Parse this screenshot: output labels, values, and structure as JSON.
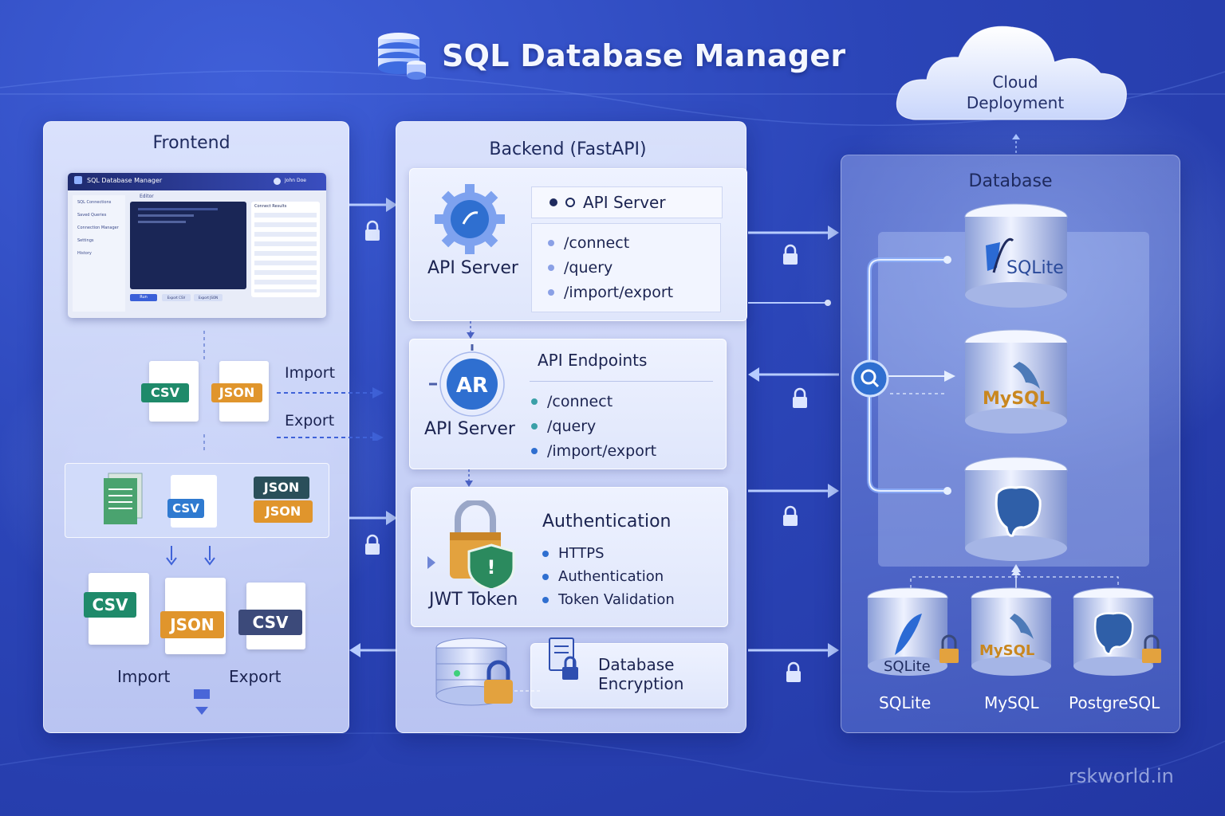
{
  "title": "SQL Database Manager",
  "cloud": "Cloud\nDeployment",
  "frontend": {
    "title": "Frontend",
    "mock": {
      "app_title": "SQL Database Manager",
      "user": "John Doe",
      "tab": "Editor",
      "sidebar": [
        "SQL Connections",
        "Saved Queries",
        "Connection Manager",
        "Settings",
        "History"
      ],
      "results_title": "Connect Results",
      "run_button": "Run",
      "buttons": [
        "Export CSV",
        "Export JSON"
      ]
    },
    "import_label": "Import",
    "export_label": "Export",
    "files_top": [
      "CSV",
      "JSON"
    ],
    "files_mid": [
      "CSV",
      "JSON",
      "JSON"
    ],
    "files_bottom": [
      "CSV",
      "JSON",
      "CSV"
    ],
    "bottom_import": "Import",
    "bottom_export": "Export"
  },
  "backend": {
    "title": "Backend (FastAPI)",
    "server1": {
      "icon_label": "API Server",
      "header": "API Server",
      "endpoints": [
        "/connect",
        "/query",
        "/import/export"
      ]
    },
    "server2": {
      "icon_label": "API Server",
      "header": "API Endpoints",
      "endpoints": [
        "/connect",
        "/query",
        "/import/export"
      ]
    },
    "auth": {
      "icon_label": "JWT Token",
      "header": "Authentication",
      "items": [
        "HTTPS",
        "Authentication",
        "Token Validation"
      ]
    },
    "encryption": "Database\nEncryption"
  },
  "database": {
    "title": "Database",
    "engines": [
      "SQLite",
      "MySQL",
      "PostgreSQL"
    ],
    "bottom_labels": [
      "SQLite",
      "MySQL",
      "PostgreSQL"
    ]
  },
  "watermark": "rskworld.in",
  "colors": {
    "background": "#2b45b8",
    "csv_green": "#1f8a6a",
    "json_orange": "#e0952c",
    "csv_navy": "#3c4a7a",
    "accent_blue": "#2f6fd0"
  }
}
